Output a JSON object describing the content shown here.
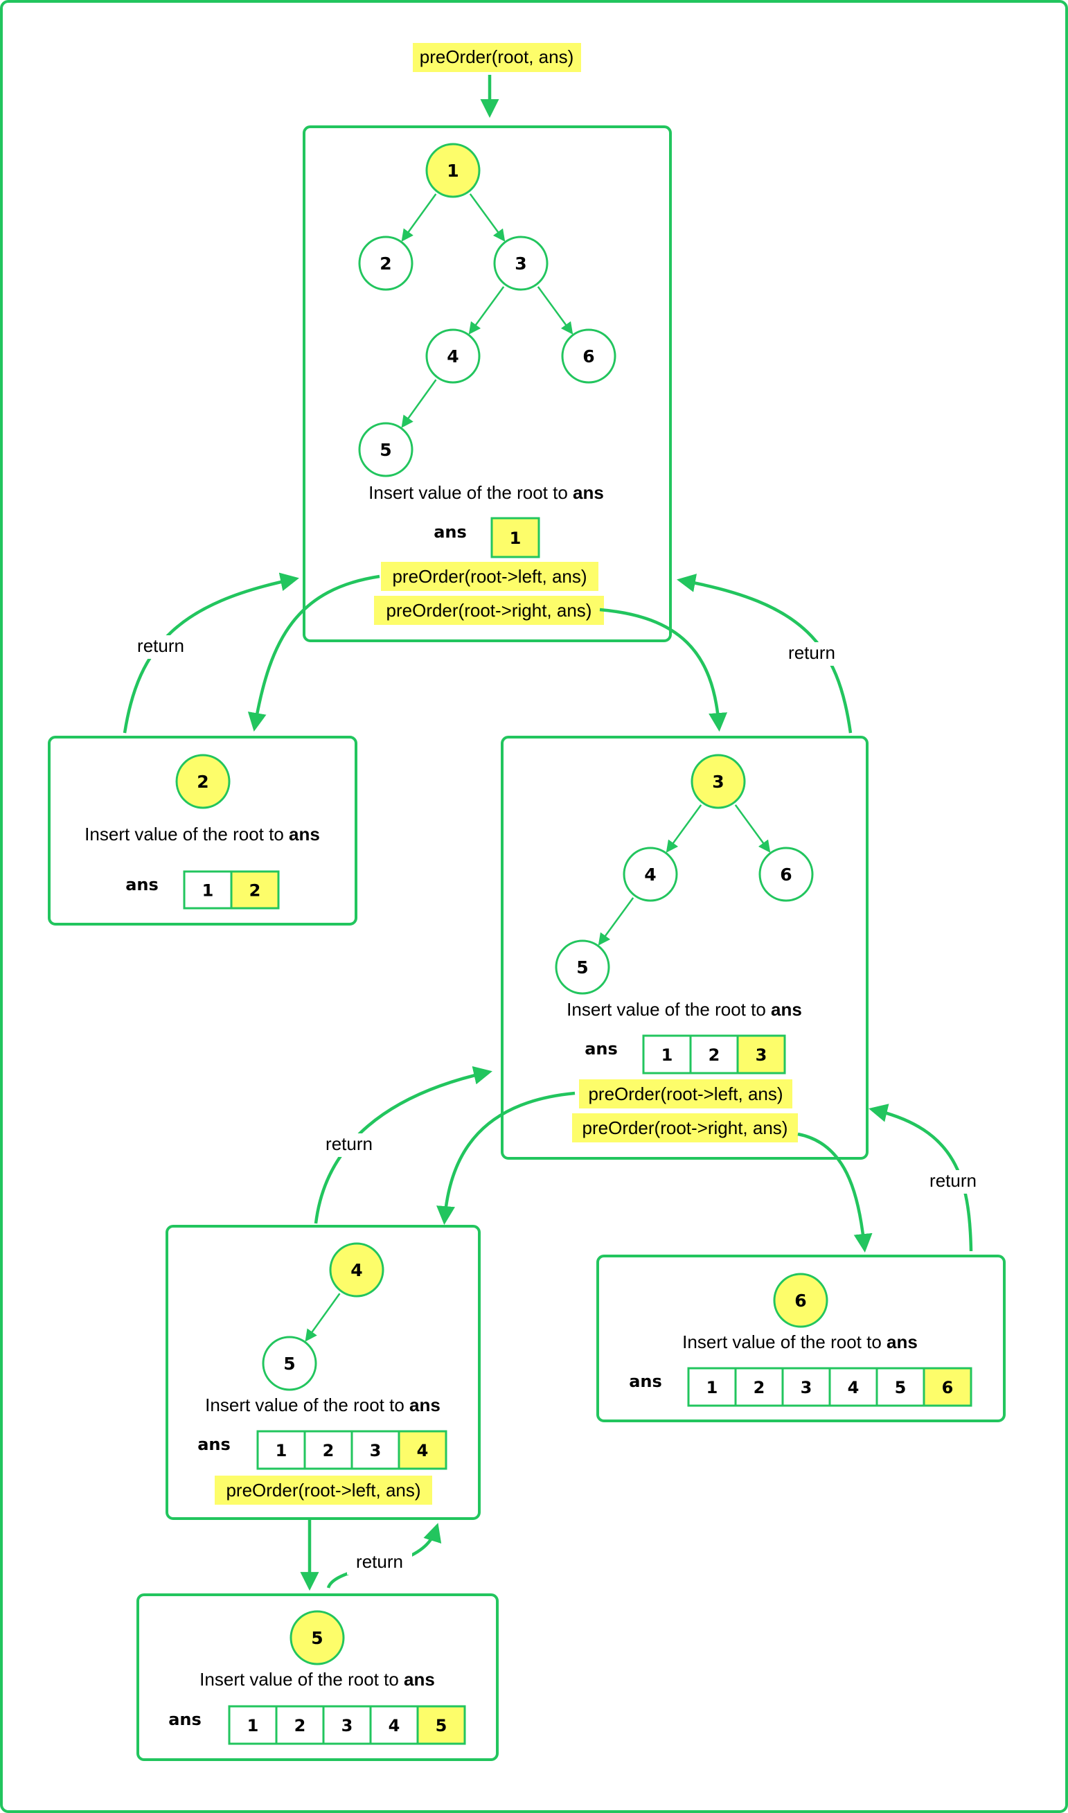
{
  "colors": {
    "accent": "#22c55e",
    "highlight": "#fdfd6a",
    "background": "#ffffff"
  },
  "entry_call": "preOrder(root, ans)",
  "return_label": "return",
  "insert_text": "Insert value of the root to ",
  "insert_bold": "ans",
  "ans_label": "ans",
  "calls": {
    "left": "preOrder(root->left, ans)",
    "right": "preOrder(root->right, ans)"
  },
  "frames": [
    {
      "id": "frame-1",
      "tree": [
        {
          "id": "n1",
          "value": "1",
          "active": true
        },
        {
          "id": "n2",
          "value": "2",
          "active": false
        },
        {
          "id": "n3",
          "value": "3",
          "active": false
        },
        {
          "id": "n4",
          "value": "4",
          "active": false
        },
        {
          "id": "n6",
          "value": "6",
          "active": false
        },
        {
          "id": "n5",
          "value": "5",
          "active": false
        }
      ],
      "ans": [
        "1"
      ],
      "calls": [
        "left",
        "right"
      ]
    },
    {
      "id": "frame-2",
      "tree": [
        {
          "id": "n2",
          "value": "2",
          "active": true
        }
      ],
      "ans": [
        "1",
        "2"
      ],
      "calls": []
    },
    {
      "id": "frame-3",
      "tree": [
        {
          "id": "n3",
          "value": "3",
          "active": true
        },
        {
          "id": "n4",
          "value": "4",
          "active": false
        },
        {
          "id": "n6",
          "value": "6",
          "active": false
        },
        {
          "id": "n5",
          "value": "5",
          "active": false
        }
      ],
      "ans": [
        "1",
        "2",
        "3"
      ],
      "calls": [
        "left",
        "right"
      ]
    },
    {
      "id": "frame-4",
      "tree": [
        {
          "id": "n4",
          "value": "4",
          "active": true
        },
        {
          "id": "n5",
          "value": "5",
          "active": false
        }
      ],
      "ans": [
        "1",
        "2",
        "3",
        "4"
      ],
      "calls": [
        "left"
      ]
    },
    {
      "id": "frame-6",
      "tree": [
        {
          "id": "n6",
          "value": "6",
          "active": true
        }
      ],
      "ans": [
        "1",
        "2",
        "3",
        "4",
        "5",
        "6"
      ],
      "calls": []
    },
    {
      "id": "frame-5",
      "tree": [
        {
          "id": "n5",
          "value": "5",
          "active": true
        }
      ],
      "ans": [
        "1",
        "2",
        "3",
        "4",
        "5"
      ],
      "calls": []
    }
  ]
}
